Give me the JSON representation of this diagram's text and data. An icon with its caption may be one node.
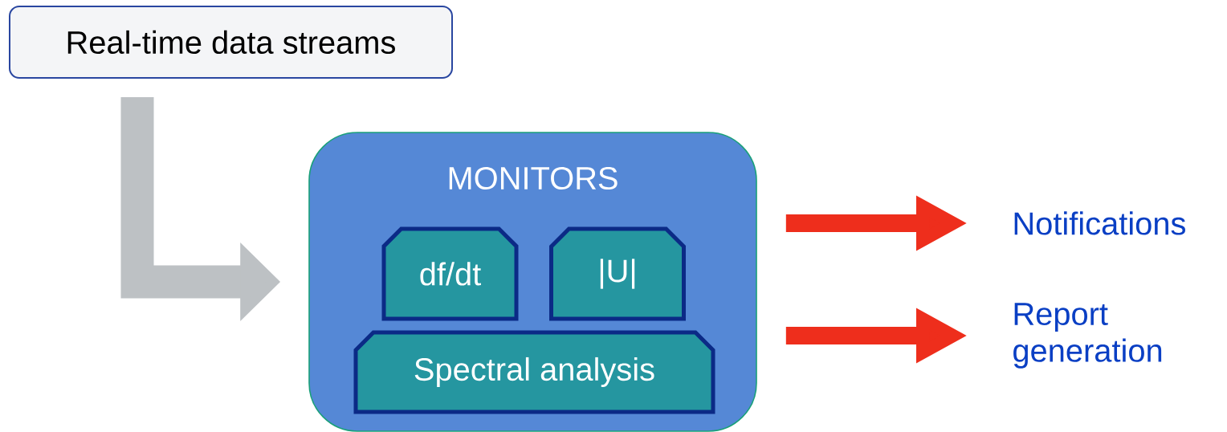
{
  "diagram": {
    "nodes": [
      {
        "text": [
          "Real-time data streams"
        ]
      },
      {
        "text": [
          "MONITORS"
        ]
      },
      {
        "text": [
          "df/dt"
        ],
        "in": 1
      },
      {
        "text": [
          "|U|"
        ],
        "in": 1
      },
      {
        "text": [
          "Spectral analysis"
        ],
        "in": 1
      },
      {
        "text": [
          "Notifications"
        ]
      },
      {
        "text": [
          "Report generation"
        ]
      }
    ],
    "edges": [
      {
        "from": 0,
        "to": 1,
        "arrow": "to",
        "style": "thick",
        "color": "#bdc1c4"
      },
      {
        "from": 1,
        "to": 5,
        "arrow": "to"
      },
      {
        "from": 1,
        "to": 6,
        "arrow": "to"
      }
    ]
  }
}
